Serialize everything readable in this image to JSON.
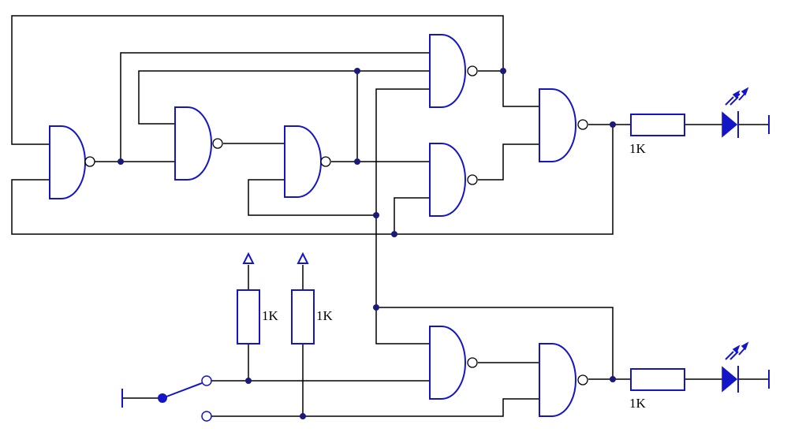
{
  "components": {
    "resistor_out_top": {
      "label": "1K"
    },
    "resistor_out_bottom": {
      "label": "1K"
    },
    "pullup_left": {
      "label": "1K"
    },
    "pullup_right": {
      "label": "1K"
    }
  },
  "gates": [
    "nand-gate-g1",
    "nand-gate-g2",
    "nand-gate-g3",
    "nand-gate-g4",
    "nand-gate-g5",
    "nand-gate-g6",
    "nand-gate-g7",
    "nand-gate-g8"
  ],
  "colors": {
    "component": "#1515c8",
    "wire": "#000000",
    "junction": "#1a1a7a"
  },
  "icons": [
    "led-icon",
    "switch-icon",
    "vcc-arrow-icon",
    "ground-terminal-icon"
  ]
}
